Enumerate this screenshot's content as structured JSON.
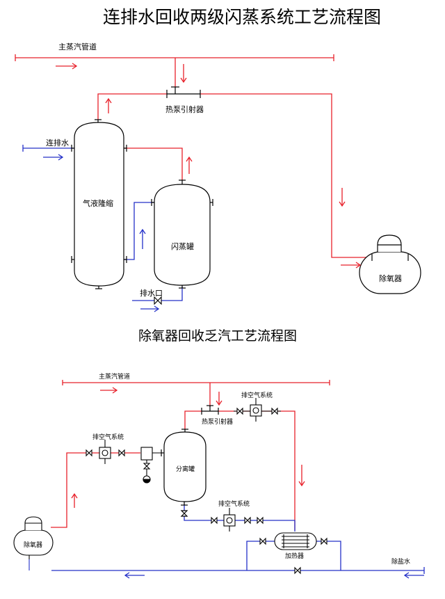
{
  "top": {
    "title": "连排水回收两级闪蒸系统工艺流程图",
    "labels": {
      "main_steam_pipe": "主蒸汽管道",
      "ejector": "热泵引射器",
      "blowdown_in": "连排水",
      "steam_drum": "气液隆缩",
      "flash_tank": "闪蒸罐",
      "drain_outlet": "排水口",
      "deaerator": "除氧器"
    }
  },
  "bottom": {
    "title": "除氧器回收乏汽工艺流程图",
    "labels": {
      "main_steam_pipe": "主蒸汽管道",
      "vent_system_top": "排空气系统",
      "ejector": "热泵引射器",
      "vent_system_left": "排空气系统",
      "separator": "分离罐",
      "vent_system_bottom": "排空气系统",
      "deaerator": "除氧器",
      "heater": "加热器",
      "demin_water": "除盐水"
    }
  },
  "colors": {
    "steam": "#e8202a",
    "water": "#2430c8",
    "outline": "#000000"
  }
}
